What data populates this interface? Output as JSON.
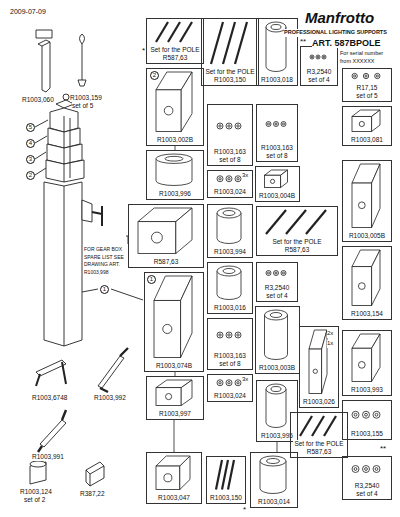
{
  "diagram": {
    "nodes": [
      {
        "text": [
          "Set for the POLE",
          "R587,63"
        ]
      },
      {
        "text": [
          "Set for the POLE",
          "R1003,150"
        ]
      },
      {
        "text": [
          "R1003,018"
        ]
      },
      {
        "text": [
          "R3,2540",
          "set of 4"
        ]
      },
      {
        "text": [
          "R1003,002B"
        ]
      },
      {
        "text": [
          "R17,15",
          "set of 5"
        ]
      },
      {
        "text": [
          "R1003,163",
          "set of 8"
        ]
      },
      {
        "text": [
          "R1003,163",
          "set of 8"
        ]
      },
      {
        "text": [
          "R1003,081"
        ]
      },
      {
        "text": [
          "R1003,996"
        ]
      },
      {
        "text": [
          "R1003,024"
        ]
      },
      {
        "text": [
          "R1003,004B"
        ]
      },
      {
        "text": [
          "R1003,005B"
        ]
      },
      {
        "text": [
          "R587,63"
        ]
      },
      {
        "text": [
          "R1003,994"
        ]
      },
      {
        "text": [
          "Set for the POLE",
          "R587,63"
        ]
      },
      {
        "text": [
          "R1003,154"
        ]
      },
      {
        "text": [
          "R1003,016"
        ]
      },
      {
        "text": [
          "R3,2540",
          "set of 4"
        ]
      },
      {
        "text": [
          "R1003,074B"
        ]
      },
      {
        "text": [
          "R1003,163",
          "set of 8"
        ]
      },
      {
        "text": [
          "R1003,003B"
        ]
      },
      {
        "text": [
          "R1003,026"
        ]
      },
      {
        "text": [
          "R1003,993"
        ]
      },
      {
        "text": [
          "R1003,997"
        ]
      },
      {
        "text": [
          "R1003,024"
        ]
      },
      {
        "text": [
          "R1003,995"
        ]
      },
      {
        "text": [
          "R1003,155"
        ]
      },
      {
        "text": [
          "Set for the POLE",
          "R587,63"
        ]
      },
      {
        "text": [
          "R1003,047"
        ]
      },
      {
        "text": [
          "R1003,150"
        ]
      },
      {
        "text": [
          "R1003,014"
        ]
      },
      {
        "text": [
          "R3,2540",
          "set of 4"
        ]
      }
    ],
    "edges": [
      {
        "from": 4,
        "to": 9,
        "arrow": "none"
      },
      {
        "from": 19,
        "to": 24,
        "arrow": "none"
      },
      {
        "from": 24,
        "to": 29,
        "arrow": "none"
      },
      {
        "from": 26,
        "to": 31,
        "arrow": "none"
      }
    ],
    "labels": [
      "2009-07-09",
      "Manfrotto",
      "PROFESSIONAL LIGHTING SUPPORTS",
      "ART. 587BPOLE",
      "For serial number from XXXXXX",
      "*",
      "**",
      "R1003,060",
      "R1003,159",
      "set of 5",
      "5",
      "4",
      "3",
      "2",
      "1",
      "2",
      "1",
      "3x",
      "3x",
      "2x",
      "1x",
      "FOR GEAR BOX SPARE LIST SEE DRAWING ART. R1003,998",
      "R1003,6748",
      "R1003,992",
      "R1003,991",
      "R1003,124",
      "set of 2",
      "R387,22",
      "*",
      "**"
    ]
  }
}
